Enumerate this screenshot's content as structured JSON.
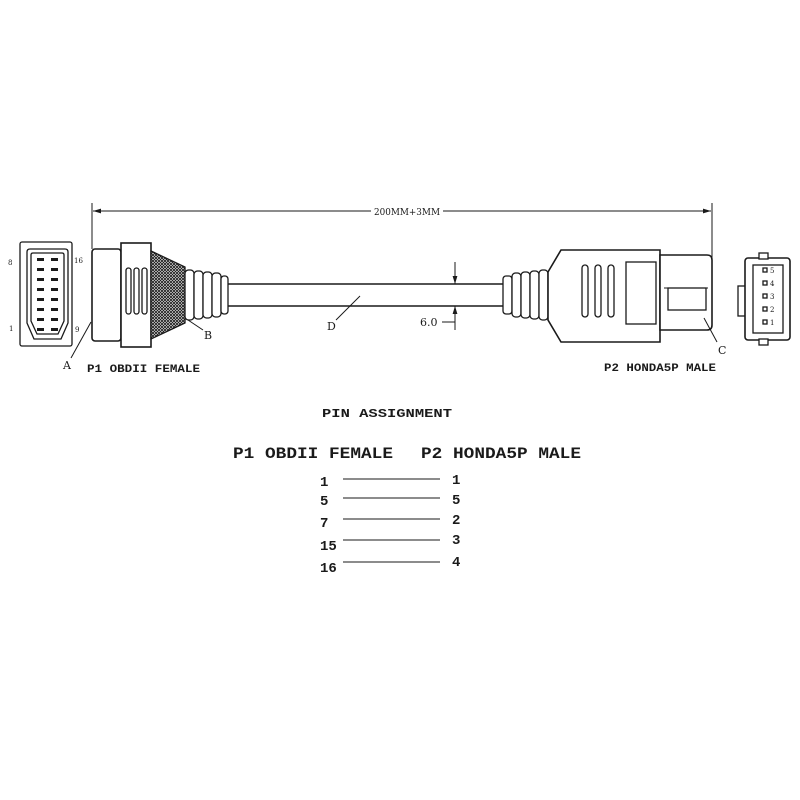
{
  "dimension": {
    "length": "200MM+3MM",
    "cable_diameter": "6.0"
  },
  "callouts": {
    "a": "A",
    "b": "B",
    "c": "C",
    "d": "D"
  },
  "p1_face": {
    "pin_labels": {
      "top_left": "8",
      "top_right": "16",
      "bottom_left": "1",
      "bottom_right": "9"
    }
  },
  "p2_face": {
    "pin_labels": [
      "5",
      "4",
      "3",
      "2",
      "1"
    ]
  },
  "labels": {
    "p1": "P1 OBDII FEMALE",
    "p2": "P2 HONDA5P MALE"
  },
  "pin_assignment": {
    "title": "PIN ASSIGNMENT",
    "p1_header": "P1 OBDII FEMALE",
    "p2_header": "P2 HONDA5P MALE",
    "rows": [
      {
        "p1": "1",
        "p2": "1"
      },
      {
        "p1": "5",
        "p2": "5"
      },
      {
        "p1": "7",
        "p2": "2"
      },
      {
        "p1": "15",
        "p2": "3"
      },
      {
        "p1": "16",
        "p2": "4"
      }
    ]
  },
  "colors": {
    "ink": "#1a1a1a",
    "background": "#ffffff"
  }
}
